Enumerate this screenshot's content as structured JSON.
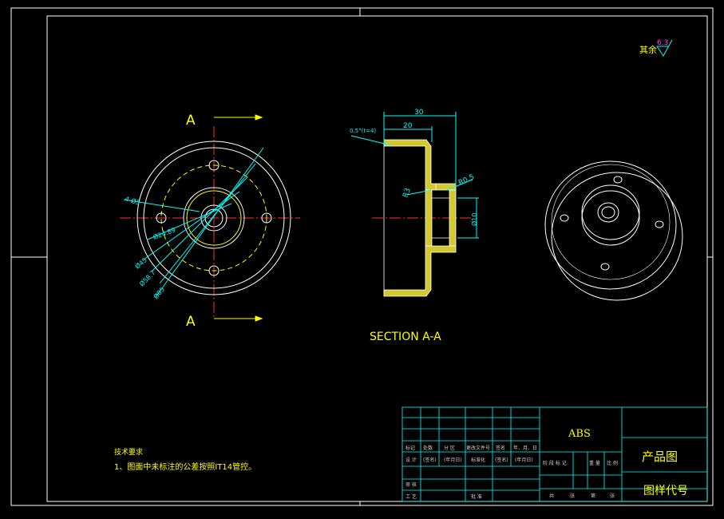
{
  "surface_roughness": {
    "label": "其余",
    "value": "6.3"
  },
  "section_marks": {
    "top": "A",
    "bottom": "A"
  },
  "front_view": {
    "dims": {
      "d1": "4-Ø5",
      "d2": "Ø24.89",
      "d3": "Ø45",
      "d4": "Ø58.7",
      "d5": "Ø85"
    }
  },
  "section_view": {
    "title": "SECTION  A-A",
    "dims": {
      "width_total": "30",
      "width_inner": "20",
      "draft": "0.5°(t=4)",
      "r_inner": "R3",
      "r_outer": "R0.5",
      "bore": "Ø10"
    }
  },
  "tech_requirements": {
    "title": "技术要求",
    "item1": "1、图面中未标注的公差按照IT14管控。"
  },
  "title_block": {
    "material": "ABS",
    "name": "产品图",
    "code": "图样代号",
    "header_labels": [
      "标记",
      "处数",
      "分 区",
      "更改文件号",
      "签名",
      "年、月、日"
    ],
    "design_row": [
      "设 计",
      "(签名)",
      "(年月日)",
      "标准化",
      "(签名)",
      "(年月日)"
    ],
    "stage_labels": [
      "阶 段 标 记",
      "重 量",
      "比 例"
    ],
    "review_label": "审 核",
    "process_label": "工 艺",
    "approve_label": "批 准",
    "sheet_labels": [
      "共",
      "张",
      "第",
      "张"
    ]
  }
}
